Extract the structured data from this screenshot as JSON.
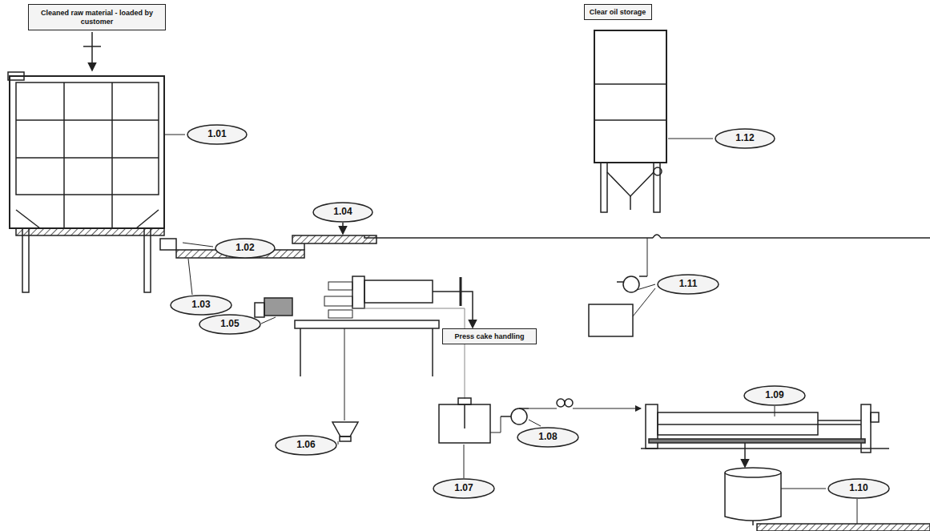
{
  "diagram": {
    "nodes": [
      {
        "text": [
          "Cleaned raw material - loaded by customer"
        ]
      },
      {
        "text": [
          "Clear oil storage"
        ]
      },
      {
        "text": [
          "1.01"
        ]
      },
      {
        "text": [
          "1.12"
        ]
      },
      {
        "text": [
          "1.04"
        ]
      },
      {
        "text": [
          "1.02"
        ]
      },
      {
        "text": [
          "1.11"
        ]
      },
      {
        "text": [
          "1.03"
        ]
      },
      {
        "text": [
          "1.05"
        ]
      },
      {
        "text": [
          "Press cake handling"
        ]
      },
      {
        "text": [
          "1.09"
        ]
      },
      {
        "text": [
          "1.08"
        ]
      },
      {
        "text": [
          "1.06"
        ]
      },
      {
        "text": [
          "1.07"
        ]
      },
      {
        "text": [
          "1.10"
        ]
      }
    ]
  }
}
